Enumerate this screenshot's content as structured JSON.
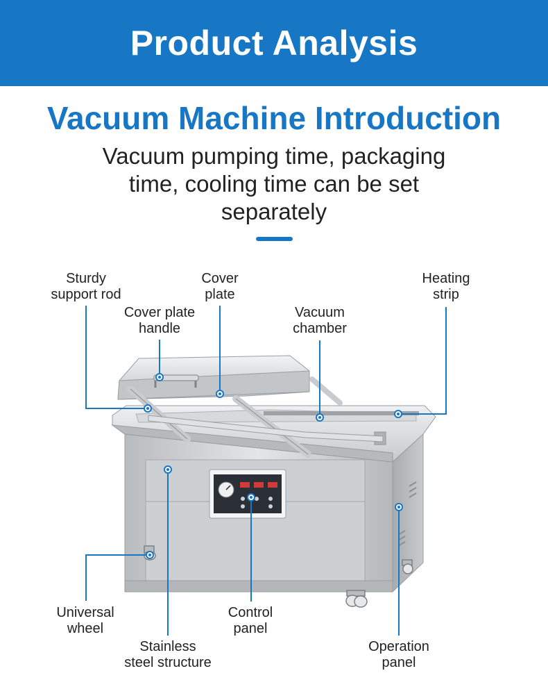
{
  "banner": {
    "title": "Product Analysis"
  },
  "intro": {
    "title": "Vacuum Machine Introduction",
    "subtitle": "Vacuum pumping time, packaging time, cooling time can be set separately"
  },
  "labels": {
    "support_rod": [
      "Sturdy",
      "support rod"
    ],
    "cover_handle": [
      "Cover plate",
      "handle"
    ],
    "cover_plate": [
      "Cover",
      "plate"
    ],
    "vacuum_chamber": [
      "Vacuum",
      "chamber"
    ],
    "heating_strip": [
      "Heating",
      "strip"
    ],
    "universal_wheel": [
      "Universal",
      "wheel"
    ],
    "steel_structure": [
      "Stainless",
      "steel structure"
    ],
    "control_panel": [
      "Control",
      "panel"
    ],
    "operation_panel": [
      "Operation",
      "panel"
    ]
  },
  "colors": {
    "accent": "#1777c5",
    "text": "#222222",
    "steel": "#c9cbcd"
  }
}
